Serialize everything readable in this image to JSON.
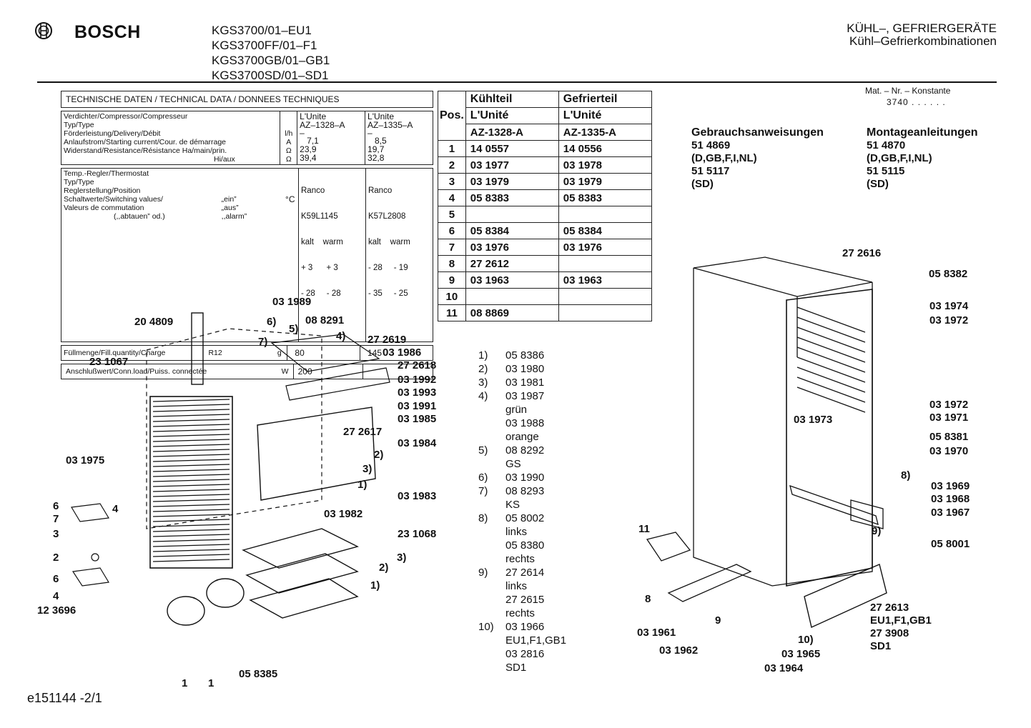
{
  "header": {
    "brand": "BOSCH",
    "models": [
      "KGS3700/01–EU1",
      "KGS3700FF/01–F1",
      "KGS3700GB/01–GB1",
      "KGS3700SD/01–SD1"
    ],
    "category_line1": "KÜHL–, GEFRIERGERÄTE",
    "category_line2": "Kühl–Gefrierkombinationen",
    "mat_nr_label": "Mat. – Nr. – Konstante",
    "mat_nr_value": "3740 . . . . . ."
  },
  "tech": {
    "title": "TECHNISCHE DATEN / TECHNICAL DATA / DONNEES TECHNIQUES",
    "compressor_labels": [
      "Verdichter/Compressor/Compresseur",
      "Typ/Type",
      "Förderleistung/Delivery/Débit",
      "Anlaufstrom/Starting current/Cour. de démarrage",
      "Widerstand/Resistance/Résistance  Ha/main/prin."
    ],
    "compressor_hilabel": "Hi/aux",
    "compressor_units": [
      "",
      "",
      "l/h",
      "A",
      "Ω",
      "Ω"
    ],
    "col1": [
      "L'Unite",
      "AZ–1328–A",
      "–",
      "7,1",
      "23,9",
      "39,4"
    ],
    "col2": [
      "L'Unite",
      "AZ–1335–A",
      "–",
      "8,5",
      "19,7",
      "32,8"
    ],
    "thermo_labels": [
      "Temp.-Regler/Thermostat",
      "Typ/Type",
      "Reglerstellung/Position",
      "Schaltwerte/Switching values/",
      "Valeurs de commutation",
      "(,,abtauen” od.)"
    ],
    "thermo_sub": [
      "„ein”",
      "„aus”",
      ",,alarm”"
    ],
    "thermo_unit": "°C",
    "thermo_col1": [
      "Ranco",
      "K59L1145",
      "kalt    warm",
      "+ 3      + 3",
      "- 28     - 28"
    ],
    "thermo_col2": [
      "Ranco",
      "K57L2808",
      "kalt    warm",
      "- 28     - 19",
      "- 35     - 25"
    ],
    "fill_label": "Füllmenge/Fill.quantity/Charge",
    "fill_gas": "R12",
    "fill_unit": "g",
    "fill_v1": "80",
    "fill_v2": "145",
    "load_label": "Anschlußwert/Conn.load/Puiss. connectée",
    "load_unit": "W",
    "load_v1": "200"
  },
  "pos_table": {
    "h_pos": "Pos.",
    "h_kuehl": "Kühlteil",
    "h_gefrier": "Gefrierteil",
    "sub1": "L'Unité",
    "sub2": "AZ-1328-A",
    "sub1b": "L'Unité",
    "sub2b": "AZ-1335-A",
    "rows": [
      {
        "n": "1",
        "a": "14 0557",
        "b": "14 0556"
      },
      {
        "n": "2",
        "a": "03 1977",
        "b": "03 1978"
      },
      {
        "n": "3",
        "a": "03 1979",
        "b": "03 1979"
      },
      {
        "n": "4",
        "a": "05 8383",
        "b": "05 8383"
      },
      {
        "n": "5",
        "a": "",
        "b": ""
      },
      {
        "n": "6",
        "a": "05 8384",
        "b": "05 8384"
      },
      {
        "n": "7",
        "a": "03 1976",
        "b": "03 1976"
      },
      {
        "n": "8",
        "a": "27 2612",
        "b": ""
      },
      {
        "n": "9",
        "a": "03 1963",
        "b": "03 1963"
      },
      {
        "n": "10",
        "a": "",
        "b": ""
      },
      {
        "n": "11",
        "a": "08 8869",
        "b": ""
      }
    ]
  },
  "manuals": {
    "use_title": "Gebrauchsanweisungen",
    "use_lines": [
      "51 4869",
      "(D,GB,F,I,NL)",
      "51 5117",
      "(SD)"
    ],
    "mount_title": "Montageanleitungen",
    "mount_lines": [
      "51 4870",
      "(D,GB,F,I,NL)",
      "51 5115",
      "(SD)"
    ]
  },
  "notes": [
    [
      "1)",
      "05 8386"
    ],
    [
      "2)",
      "03 1980"
    ],
    [
      "3)",
      "03 1981"
    ],
    [
      "4)",
      "03 1987"
    ],
    [
      "",
      "grün"
    ],
    [
      "",
      "03 1988"
    ],
    [
      "",
      "orange"
    ],
    [
      "5)",
      "08 8292"
    ],
    [
      "",
      "GS"
    ],
    [
      "6)",
      "03 1990"
    ],
    [
      "7)",
      "08 8293"
    ],
    [
      "",
      "KS"
    ],
    [
      "8)",
      "05 8002"
    ],
    [
      "",
      "links"
    ],
    [
      "",
      "05 8380"
    ],
    [
      "",
      "rechts"
    ],
    [
      "9)",
      "27 2614"
    ],
    [
      "",
      "links"
    ],
    [
      "",
      "27 2615"
    ],
    [
      "",
      "rechts"
    ],
    [
      "10)",
      "03 1966"
    ],
    [
      "",
      "EU1,F1,GB1"
    ],
    [
      "",
      "03 2816"
    ],
    [
      "",
      "SD1"
    ]
  ],
  "callouts_left": [
    "03 1989",
    "20 4809",
    "6)",
    "5)",
    "08 8291",
    "7)",
    "4)",
    "27 2619",
    "03 1986",
    "23 1067",
    "27 2618",
    "03 1992",
    "03 1993",
    "03 1991",
    "03 1985",
    "27 2617",
    "03 1984",
    "2)",
    "03 1975",
    "3)",
    "1)",
    "03 1983",
    "03 1982",
    "23 1068",
    "3)",
    "2)",
    "1)",
    "6",
    "7",
    "4",
    "3",
    "2",
    "6",
    "4",
    "12 3696",
    "1",
    "1",
    "05 8385"
  ],
  "callouts_right": [
    "27 2616",
    "05 8382",
    "03 1974",
    "03 1972",
    "03 1972",
    "03 1971",
    "03 1973",
    "05 8381",
    "03 1970",
    "8)",
    "03 1969",
    "03 1968",
    "03 1967",
    "9)",
    "11",
    "05 8001",
    "8",
    "27 2613",
    "EU1,F1,GB1",
    "27 3908",
    "SD1",
    "9",
    "10)",
    "03 1961",
    "03 1962",
    "03 1965",
    "03 1964"
  ],
  "footer": "e151144 -2/1"
}
